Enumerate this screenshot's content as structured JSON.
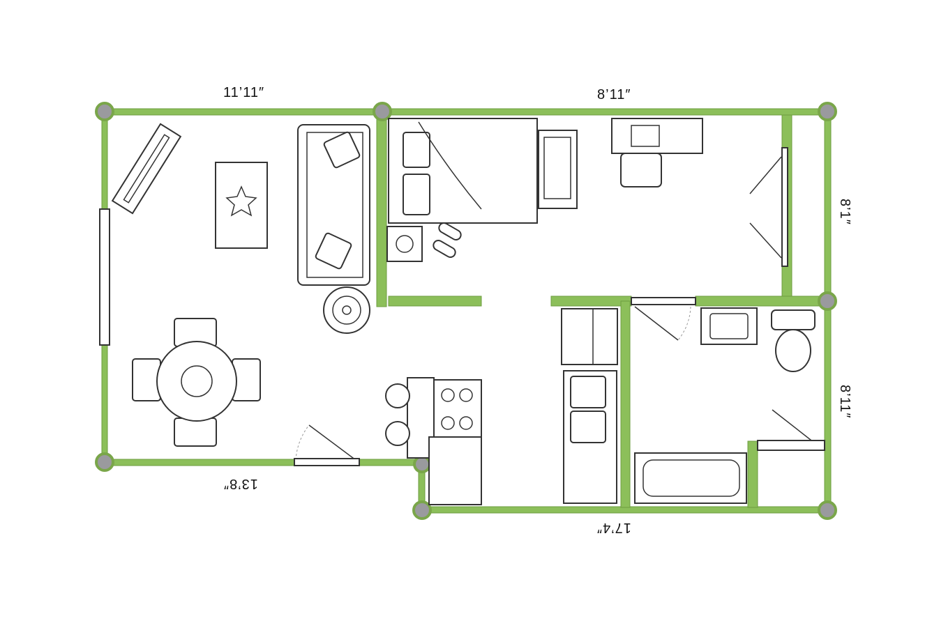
{
  "floor_plan": {
    "dimensions": {
      "top_left": "11’11″",
      "top_right": "8’11″",
      "right_upper": "8’1″",
      "right_lower": "8’11″",
      "bottom_left": "13’8″",
      "bottom_right": "17’4″"
    },
    "colors": {
      "wall": "#8cbf5a",
      "column": "#9a9a9e"
    }
  }
}
